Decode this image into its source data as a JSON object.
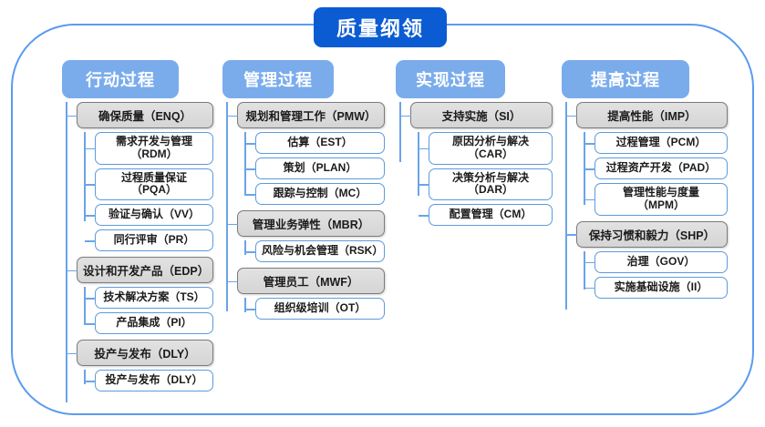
{
  "title": "质量纲领",
  "columns": [
    {
      "header": "行动过程",
      "trunk_height": 330,
      "groups": [
        {
          "label": "确保质量（ENQ）",
          "children_trunk_height": 98,
          "children": [
            {
              "label": "需求开发与管理（RDM）"
            },
            {
              "label": "过程质量保证（PQA）"
            },
            {
              "label": "验证与确认（VV）"
            },
            {
              "label": "同行评审（PR）"
            }
          ]
        },
        {
          "label": "设计和开发产品（EDP）",
          "children_trunk_height": 42,
          "children": [
            {
              "label": "技术解决方案（TS）"
            },
            {
              "label": "产品集成（PI）"
            }
          ]
        },
        {
          "label": "投产与发布（DLY）",
          "children_trunk_height": 16,
          "children": [
            {
              "label": "投产与发布（DLY）"
            }
          ]
        }
      ]
    },
    {
      "header": "管理过程",
      "trunk_height": 230,
      "groups": [
        {
          "label": "规划和管理工作（PMW）",
          "children_trunk_height": 70,
          "children": [
            {
              "label": "估算（EST）"
            },
            {
              "label": "策划（PLAN）"
            },
            {
              "label": "跟踪与控制（MC）"
            }
          ]
        },
        {
          "label": "管理业务弹性（MBR）",
          "children_trunk_height": 16,
          "children": [
            {
              "label": "风险与机会管理（RSK）"
            }
          ]
        },
        {
          "label": "管理员工（MWF）",
          "children_trunk_height": 16,
          "children": [
            {
              "label": "组织级培训（OT）"
            }
          ]
        }
      ]
    },
    {
      "header": "实现过程",
      "trunk_height": 66,
      "groups": [
        {
          "label": "支持实施（SI）",
          "children_trunk_height": 70,
          "children": [
            {
              "label": "原因分析与解决（CAR）"
            },
            {
              "label": "决策分析与解决（DAR）"
            },
            {
              "label": "配置管理（CM）"
            }
          ]
        }
      ]
    },
    {
      "header": "提高过程",
      "trunk_height": 228,
      "groups": [
        {
          "label": "提高性能（IMP）",
          "children_trunk_height": 80,
          "children": [
            {
              "label": "过程管理（PCM）"
            },
            {
              "label": "过程资产开发（PAD）"
            },
            {
              "label": "管理性能与度量\n（MPM）",
              "two_line": true
            }
          ]
        },
        {
          "label": "保持习惯和毅力（SHP）",
          "children_trunk_height": 42,
          "children": [
            {
              "label": "治理（GOV）"
            },
            {
              "label": "实施基础设施（II）"
            }
          ]
        }
      ]
    }
  ],
  "colors": {
    "title_bg": "#0b5bd3",
    "header_bg": "#7aacec",
    "group_bg": "#dadada",
    "group_border": "#7b7b7b",
    "leaf_border": "#5b9bdd",
    "connector": "#6aa4e8",
    "frame_border": "#5a9bef"
  }
}
